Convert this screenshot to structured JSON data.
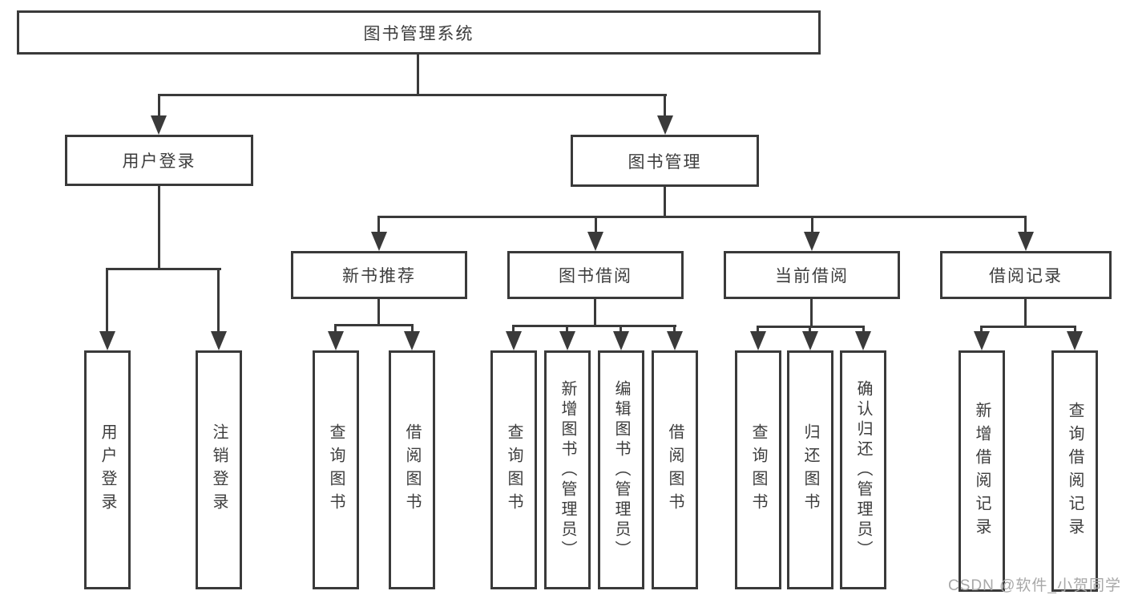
{
  "diagram_title": "图书管理系统",
  "nodes": {
    "root": "图书管理系统",
    "user_login": "用户登录",
    "book_mgmt": "图书管理",
    "new_book_rec": "新书推荐",
    "book_borrow": "图书借阅",
    "current_borrow": "当前借阅",
    "borrow_record": "借阅记录",
    "leaf_user_login": "用户登录",
    "leaf_logout": "注销登录",
    "leaf_query_book_1": "查询图书",
    "leaf_borrow_book_1": "借阅图书",
    "leaf_query_book_2": "查询图书",
    "leaf_add_book_admin": "新增图书（管理员）",
    "leaf_edit_book_admin": "编辑图书（管理员）",
    "leaf_borrow_book_2": "借阅图书",
    "leaf_query_book_3": "查询图书",
    "leaf_return_book": "归还图书",
    "leaf_confirm_return_admin": "确认归还（管理员）",
    "leaf_add_borrow_record": "新增借阅记录",
    "leaf_query_borrow_record": "查询借阅记录"
  },
  "hierarchy": {
    "图书管理系统": {
      "用户登录": [
        "用户登录",
        "注销登录"
      ],
      "图书管理": {
        "新书推荐": [
          "查询图书",
          "借阅图书"
        ],
        "图书借阅": [
          "查询图书",
          "新增图书（管理员）",
          "编辑图书（管理员）",
          "借阅图书"
        ],
        "当前借阅": [
          "查询图书",
          "归还图书",
          "确认归还（管理员）"
        ],
        "借阅记录": [
          "新增借阅记录",
          "查询借阅记录"
        ]
      }
    }
  },
  "watermark": "CSDN @软件_小贺同学",
  "colors": {
    "line": "#3a3a3a",
    "text": "#333333",
    "watermark": "#a8a8a8",
    "background": "#ffffff"
  }
}
